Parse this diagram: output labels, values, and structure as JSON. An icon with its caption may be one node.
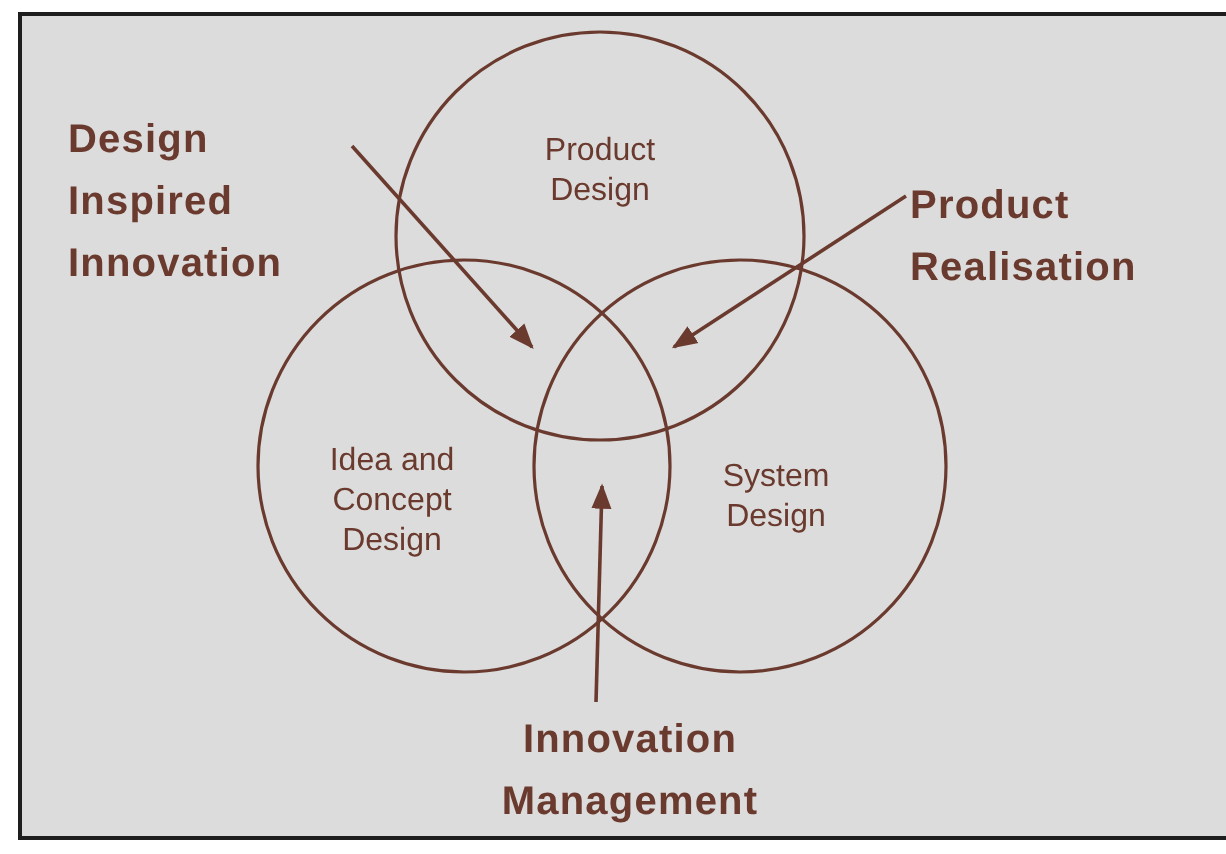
{
  "diagram": {
    "nodes": [
      {
        "text": [
          "Product Design"
        ]
      },
      {
        "text": [
          "Idea and Concept Design"
        ]
      },
      {
        "text": [
          "System Design"
        ]
      },
      {
        "text": [
          "Design Inspired Innovation"
        ]
      },
      {
        "text": [
          "Product Realisation"
        ]
      },
      {
        "text": [
          "Innovation Management"
        ]
      }
    ],
    "edges": [
      {
        "from": 3,
        "to": 0,
        "arrow": "to"
      },
      {
        "from": 3,
        "to": 1,
        "arrow": "to"
      },
      {
        "from": 4,
        "to": 0,
        "arrow": "to"
      },
      {
        "from": 4,
        "to": 2,
        "arrow": "to"
      },
      {
        "from": 5,
        "to": 1,
        "arrow": "to"
      },
      {
        "from": 5,
        "to": 2,
        "arrow": "to"
      }
    ]
  }
}
